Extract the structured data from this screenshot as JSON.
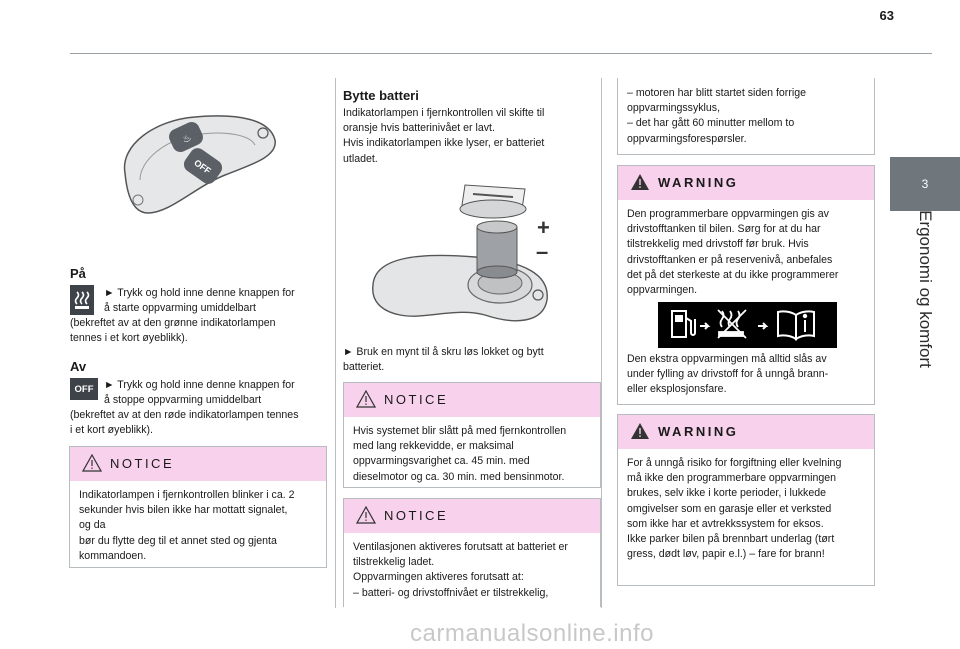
{
  "page_number": "63",
  "side_tab": {
    "chapter_number": "3",
    "chapter_title": "Ergonomi og komfort"
  },
  "col1": {
    "remote_buttons": {
      "top_glyph": "heater-icon",
      "bottom_label": "OFF"
    },
    "on_heading": "På",
    "on_icon": "heater-icon",
    "on_text_line1": "► Trykk og hold inne denne knappen for",
    "on_text_line2": "å starte oppvarming umiddelbart",
    "on_text_line3": "(bekreftet av at den grønne indikatorlampen",
    "on_text_line4": "tennes i et kort øyeblikk).",
    "off_heading": "Av",
    "off_icon_label": "OFF",
    "off_text_line1": "► Trykk og hold inne denne knappen for",
    "off_text_line2": "å stoppe oppvarming umiddelbart",
    "off_text_line3": "(bekreftet av at den røde indikatorlampen tennes",
    "off_text_line4": "i et kort øyeblikk).",
    "notice_title": "NOTICE",
    "notice_lines": [
      "Indikatorlampen i fjernkontrollen blinker i ca. 2",
      "sekunder hvis bilen ikke har mottatt signalet,",
      "og da",
      "bør du flytte deg til et annet sted og gjenta",
      "kommandoen."
    ]
  },
  "col2": {
    "heading": "Bytte batteri",
    "intro_lines": [
      "Indikatorlampen i fjernkontrollen vil skifte til",
      "oransje hvis batterinivået er lavt.",
      "Hvis indikatorlampen ikke lyser, er batteriet",
      "utladet."
    ],
    "battery_plus": "+",
    "battery_minus": "–",
    "coin_lines": [
      "► Bruk en mynt til å skru løs lokket og bytt",
      "batteriet."
    ],
    "notice1_title": "NOTICE",
    "notice1_lines": [
      "Hvis systemet blir slått på med fjernkontrollen",
      "med lang rekkevidde, er maksimal",
      "oppvarmingsvarighet ca. 45 min. med",
      "dieselmotor og ca. 30 min. med bensinmotor."
    ],
    "notice2_title": "NOTICE",
    "notice2_lines": [
      "Ventilasjonen aktiveres forutsatt at batteriet er",
      "tilstrekkelig ladet.",
      "Oppvarmingen aktiveres forutsatt at:",
      "– batteri- og drivstoffnivået er tilstrekkelig,"
    ]
  },
  "col3": {
    "cont_lines": [
      "– motoren har blitt startet siden forrige",
      "oppvarmingssyklus,",
      "– det har gått 60 minutter mellom to",
      "oppvarmingsforespørsler."
    ],
    "warning1_title": "WARNING",
    "warning1_lines": [
      "Den programmerbare oppvarmingen gis av",
      "drivstofftanken til bilen. Sørg for at du har",
      "tilstrekkelig med drivstoff før bruk. Hvis",
      "drivstofftanken er på reservenivå, anbefales",
      "det på det sterkeste at du ikke programmerer",
      "oppvarmingen."
    ],
    "symbol_strip": [
      "fuel-pump-icon",
      "arrow-right-icon",
      "no-heater-icon",
      "arrow-right-icon",
      "manual-book-icon"
    ],
    "warning1_after_lines": [
      "Den ekstra oppvarmingen må alltid slås av",
      "under fylling av drivstoff for å unngå brann-",
      "eller eksplosjonsfare."
    ],
    "warning2_title": "WARNING",
    "warning2_lines": [
      "For å unngå risiko for forgiftning eller kvelning",
      "må ikke den programmerbare oppvarmingen",
      "brukes, selv ikke i korte perioder, i lukkede",
      "omgivelser som en garasje eller et verksted",
      "som ikke har et avtrekkssystem for eksos.",
      "Ikke parker bilen på brennbart underlag (tørt",
      "gress, dødt løv, papir e.l.) – fare for brann!"
    ]
  },
  "watermark": "carmanualsonline.info"
}
